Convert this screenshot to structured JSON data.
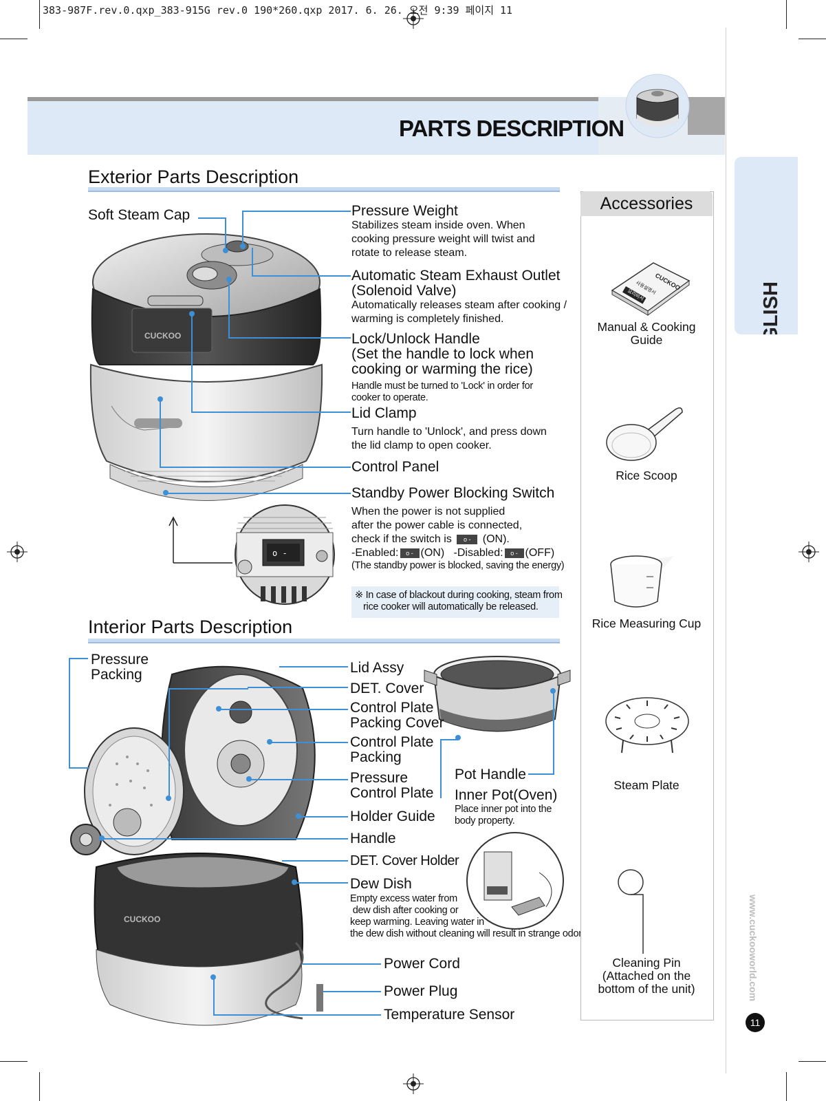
{
  "slug": "383-987F.rev.0.qxp_383-915G rev.0 190*260.qxp  2017. 6. 26.  오전 9:39  페이지 11",
  "page_title": "PARTS DESCRIPTION",
  "language_tab": "ENGLISH",
  "exterior": {
    "title": "Exterior Parts Description",
    "soft_steam_cap": "Soft Steam Cap",
    "pressure_weight": {
      "label": "Pressure Weight",
      "desc": [
        "Stabilizes steam inside oven. When",
        "cooking pressure weight will twist and",
        "rotate to release steam."
      ]
    },
    "steam_outlet": {
      "label": [
        "Automatic Steam Exhaust Outlet",
        "(Solenoid Valve)"
      ],
      "desc": [
        "Automatically releases steam after cooking /",
        "warming is completely finished."
      ]
    },
    "lock_handle": {
      "label": [
        "Lock/Unlock Handle",
        "(Set the handle to lock when",
        "cooking or warming the rice)"
      ],
      "desc": [
        "Handle must be turned to 'Lock' in order for",
        "cooker to operate."
      ]
    },
    "lid_clamp": {
      "label": "Lid Clamp",
      "desc": [
        "Turn handle to 'Unlock', and press down",
        "the lid clamp to open cooker."
      ]
    },
    "control_panel": "Control Panel",
    "standby_switch": {
      "label": "Standby Power Blocking Switch",
      "desc": [
        "When the power is not supplied",
        "after the power cable is connected,"
      ],
      "check_prefix": "check if the switch is",
      "check_suffix": "(ON).",
      "enabled_prefix": "-Enabled:",
      "enabled_suffix": "(ON)",
      "disabled_prefix": "-Disabled:",
      "disabled_suffix": "(OFF)",
      "blocked_note": "(The standby power is blocked, saving the energy)"
    },
    "blackout_note": [
      "※ In case of blackout during cooking, steam from",
      "rice cooker will automatically be released."
    ],
    "cooker_brand": "CUCKOO"
  },
  "interior": {
    "title": "Interior Parts Description",
    "pressure_packing": [
      "Pressure",
      "Packing"
    ],
    "lid_assy": "Lid Assy",
    "det_cover": "DET. Cover",
    "control_plate_packing_cover": [
      "Control Plate",
      "Packing Cover"
    ],
    "control_plate_packing": [
      "Control Plate",
      "Packing"
    ],
    "pressure_control_plate": [
      "Pressure",
      "Control Plate"
    ],
    "pot_handle": "Pot Handle",
    "inner_pot": {
      "label": "Inner Pot(Oven)",
      "desc": [
        "Place inner pot into the",
        "body property."
      ]
    },
    "holder_guide": "Holder Guide",
    "handle": "Handle",
    "det_cover_holder": "DET. Cover Holder",
    "dew_dish": {
      "label": "Dew Dish",
      "desc": [
        "Empty excess water from",
        " dew dish after cooking or",
        "keep warming. Leaving water in",
        "the dew dish without cleaning will result in strange odor."
      ]
    },
    "power_cord": "Power Cord",
    "power_plug": "Power Plug",
    "temperature_sensor": "Temperature Sensor"
  },
  "accessories": {
    "title": "Accessories",
    "items": [
      {
        "name": [
          "Manual & Cooking",
          "Guide"
        ],
        "icon": "manual-icon"
      },
      {
        "name": [
          "Rice Scoop"
        ],
        "icon": "rice-scoop-icon"
      },
      {
        "name": [
          "Rice Measuring Cup"
        ],
        "icon": "measuring-cup-icon"
      },
      {
        "name": [
          "Steam Plate"
        ],
        "icon": "steam-plate-icon"
      },
      {
        "name": [
          "Cleaning Pin",
          "(Attached on the",
          "bottom of the unit)"
        ],
        "icon": "cleaning-pin-icon"
      }
    ],
    "manual_cover_text": [
      "CUCKOO",
      "사용설명서",
      "요리비서"
    ]
  },
  "website": "www.cuckooworld.com",
  "page_number": "11",
  "colors": {
    "accent": "#3d8fd6",
    "band": "#dde9f6",
    "rule": "#9cbde3"
  }
}
